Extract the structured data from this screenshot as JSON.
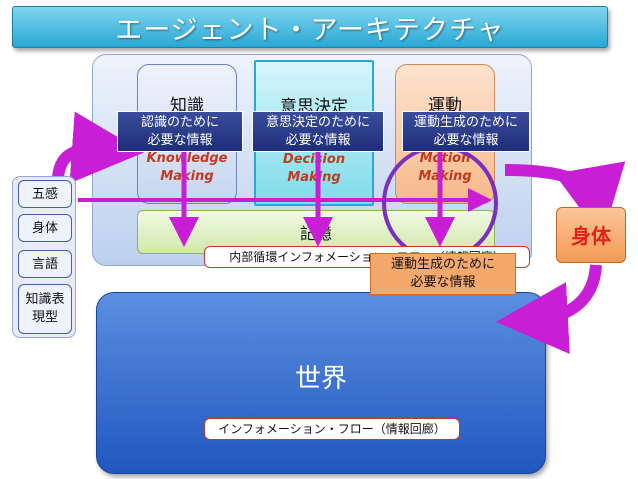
{
  "title": "エージェント・アーキテクチャ",
  "modules": {
    "knowledge": {
      "label": "知識",
      "sub_en": "Knowledge",
      "sub_en2": "Making"
    },
    "decision": {
      "label": "意思決定",
      "sub_en": "Decision",
      "sub_en2": "Making"
    },
    "motion": {
      "label": "運動",
      "sub_en": "Motion",
      "sub_en2": "Making"
    }
  },
  "needs": {
    "knowledge": [
      "認識のために",
      "必要な情報"
    ],
    "decision": [
      "意思決定のために",
      "必要な情報"
    ],
    "motion": [
      "運動生成のために",
      "必要な情報"
    ],
    "motion_lower": [
      "運動生成のために",
      "必要な情報"
    ]
  },
  "memory": "記憶",
  "internal_info": "内部循環インフォメーション・フロー（情報回廊）",
  "world": "世界",
  "info_flow": "インフォメーション・フロー（情報回廊）",
  "senses": [
    "五感",
    "身体",
    "言語",
    "知識表",
    "現型"
  ],
  "body": "身体",
  "colors": {
    "arrow": "#c81ed6",
    "title_bg": "#2aa7d4",
    "world": "#2157c0"
  }
}
